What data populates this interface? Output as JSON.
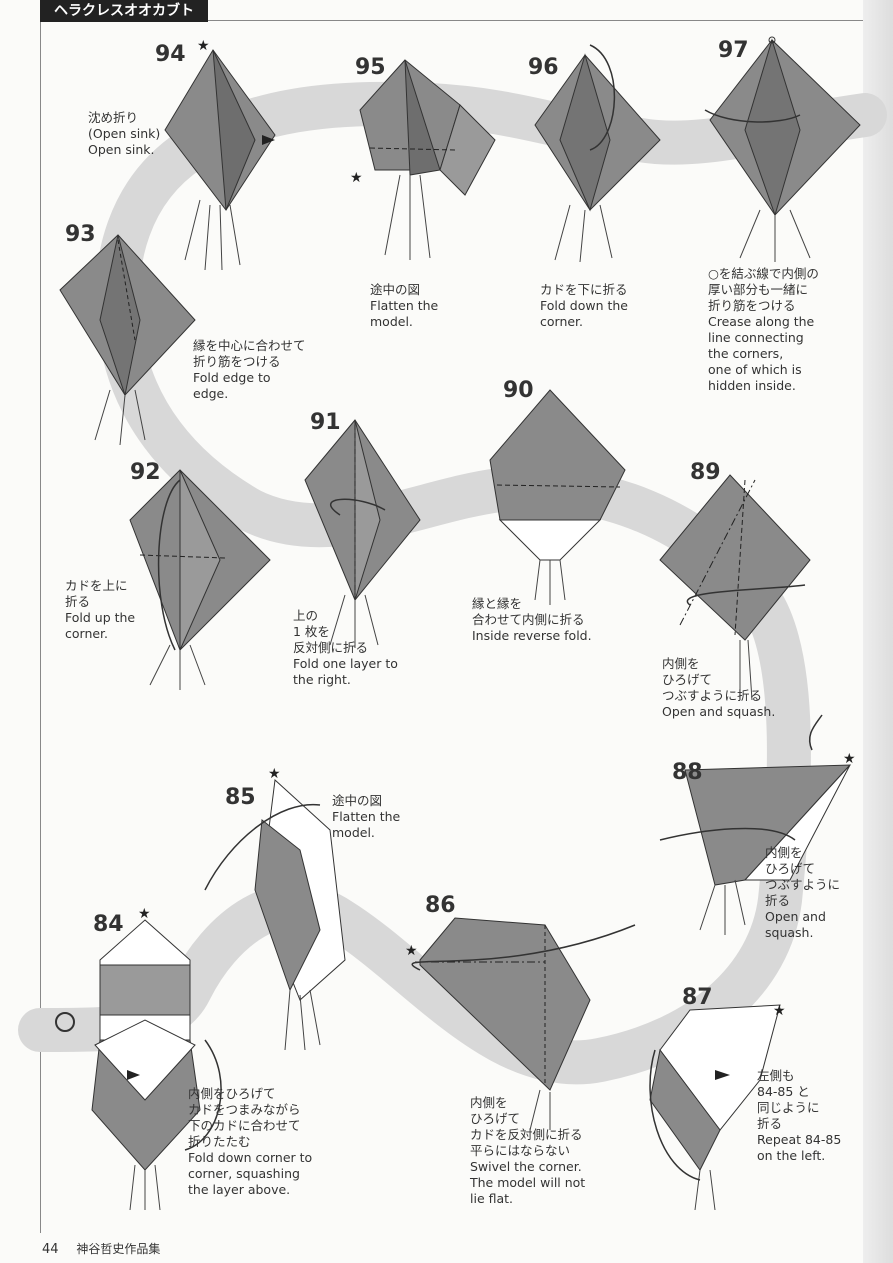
{
  "header": {
    "title": "ヘラクレスオオカブト"
  },
  "footer": {
    "page_number": "44",
    "book_title": "神谷哲史作品集"
  },
  "steps": [
    {
      "n": "94",
      "text": "沈め折り\n(Open sink)\nOpen sink."
    },
    {
      "n": "95",
      "text": "途中の図\nFlatten the\nmodel."
    },
    {
      "n": "96",
      "text": "カドを下に折る\nFold down the\ncorner."
    },
    {
      "n": "97",
      "text": "○を結ぶ線で内側の\n厚い部分も一緒に\n折り筋をつける\nCrease along the\nline connecting\nthe corners,\none of which is\nhidden inside."
    },
    {
      "n": "93",
      "text": "縁を中心に合わせて\n折り筋をつける\nFold edge to\nedge."
    },
    {
      "n": "92",
      "text": "カドを上に\n折る\nFold up the\ncorner."
    },
    {
      "n": "91",
      "text": "上の\n1 枚を\n反対側に折る\nFold one layer to\nthe right."
    },
    {
      "n": "90",
      "text": "縁と縁を\n合わせて内側に折る\nInside reverse fold."
    },
    {
      "n": "89",
      "text": "内側を\nひろげて\nつぶすように折る\nOpen and squash."
    },
    {
      "n": "88",
      "text": "内側を\nひろげて\nつぶすように\n折る\nOpen and\nsquash."
    },
    {
      "n": "85",
      "text": "途中の図\nFlatten the\nmodel."
    },
    {
      "n": "86",
      "text": "内側を\nひろげて\nカドを反対側に折る\n平らにはならない\nSwivel the corner.\nThe model will not\nlie flat."
    },
    {
      "n": "84",
      "text": "内側をひろげて\nカドをつまみながら\n下のカドに合わせて\n折りたたむ\nFold down corner to\ncorner, squashing\nthe layer above."
    },
    {
      "n": "87",
      "text": "左側も\n84-85 と\n同じように\n折る\nRepeat 84-85\non the left."
    }
  ]
}
